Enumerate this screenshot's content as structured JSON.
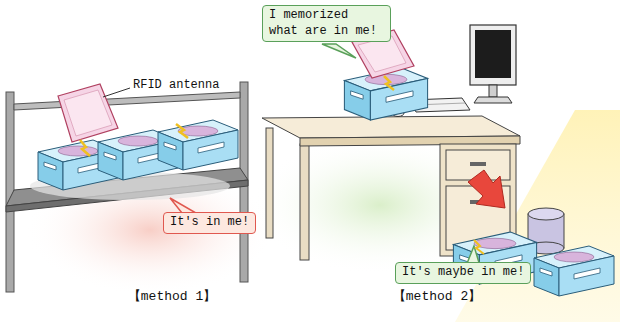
{
  "diagram": {
    "nodes": [
      {
        "text": [
          "It's in me!"
        ]
      },
      {
        "text": [
          "I memorized what are in me!"
        ]
      },
      {
        "text": [
          "It's maybe in me!"
        ]
      }
    ],
    "labels": [
      "RFID antenna",
      "【method 1】",
      "【method 2】"
    ]
  }
}
